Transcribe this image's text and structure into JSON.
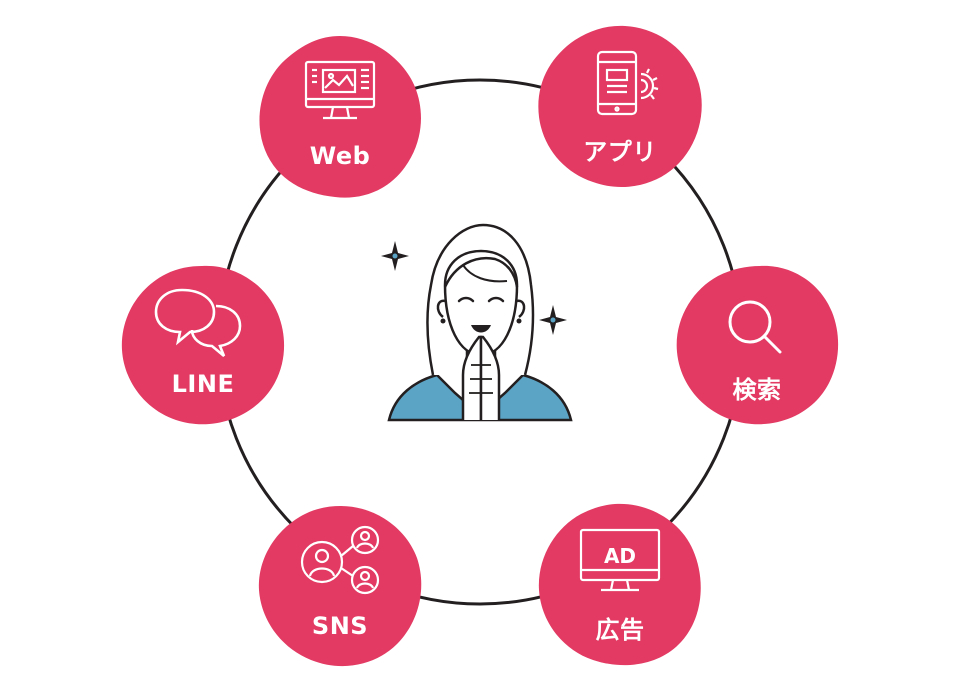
{
  "colors": {
    "accent": "#e23a62",
    "ring": "#231f20",
    "shirt": "#5ba4c6",
    "sparkle_center": "#5ba4c6"
  },
  "nodes": [
    {
      "id": "web",
      "label": "Web",
      "icon": "monitor-icon"
    },
    {
      "id": "app",
      "label": "アプリ",
      "icon": "smartphone-gear-icon"
    },
    {
      "id": "search",
      "label": "検索",
      "icon": "search-icon"
    },
    {
      "id": "ad",
      "label": "広告",
      "icon": "ad-monitor-icon"
    },
    {
      "id": "sns",
      "label": "SNS",
      "icon": "users-network-icon"
    },
    {
      "id": "line",
      "label": "LINE",
      "icon": "chat-bubbles-icon"
    }
  ],
  "center": {
    "icon": "woman-praying-icon"
  },
  "ad_icon_text": "AD"
}
